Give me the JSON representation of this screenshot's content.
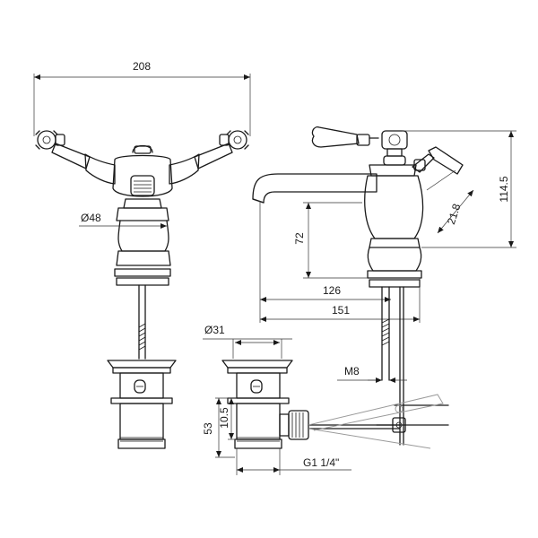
{
  "dimensions": {
    "overall_width": "208",
    "body_diameter": "Ø48",
    "overall_height": "114.5",
    "lever_offset": "21.8",
    "spout_height": "72",
    "spout_projection_inner": "126",
    "spout_projection_outer": "151",
    "waste_diameter": "Ø31",
    "rod_thread": "M8",
    "waste_length": "53",
    "waste_offset": "10.5",
    "waste_thread": "G1 1/4\""
  },
  "colors": {
    "line": "#1a1a1a",
    "ghost": "#9a9a9a"
  }
}
